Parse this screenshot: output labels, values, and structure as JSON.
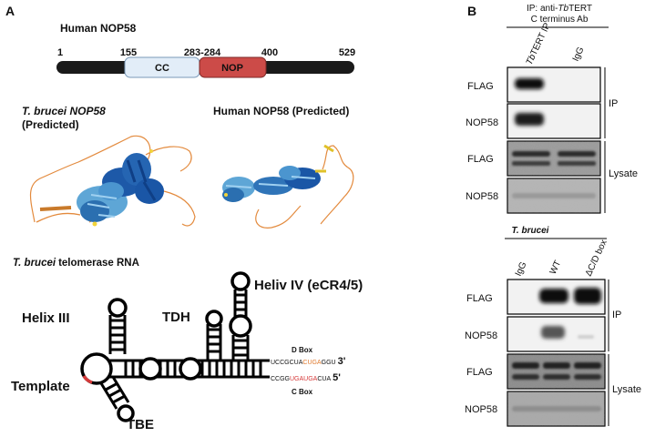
{
  "panel_a": {
    "label": "A",
    "domain_title": "Human NOP58",
    "positions": [
      "1",
      "155",
      "283-284",
      "400",
      "529"
    ],
    "domains": {
      "cc": "CC",
      "nop": "NOP"
    },
    "colors": {
      "cc": "#e2edf8",
      "nop": "#cc4b48",
      "bar": "#1a1a1a"
    },
    "structures": {
      "tb_title_1": "T. brucei NOP58",
      "tb_title_2": "(Predicted)",
      "human_title": "Human NOP58 (Predicted)"
    },
    "rna": {
      "title": "T. brucei telomerase RNA",
      "helix3": "Helix III",
      "tdh": "TDH",
      "helix4": "Heliv IV (eCR4/5)",
      "template": "Template",
      "tbe": "TBE",
      "dbox": "D Box",
      "cbox": "C Box",
      "seq_top_a": "UCCGCUA",
      "seq_top_b": "CUGA",
      "seq_top_c": "GGU",
      "seq_top_end": "3'",
      "seq_bot_a": "CCGG",
      "seq_bot_b": "UGAUGA",
      "seq_bot_c": "CUA",
      "seq_bot_end": "5'",
      "seq_colors": {
        "dbox": "#e07a2e",
        "cbox": "#d63a3a"
      }
    }
  },
  "panel_b": {
    "label": "B",
    "top_header_1": "IP: anti-TbTERT",
    "top_header_2": "C terminus Ab",
    "top_lanes": [
      "TbTERT IP",
      "IgG"
    ],
    "top_rows": [
      "FLAG",
      "NOP58",
      "FLAG",
      "NOP58"
    ],
    "groups": [
      "IP",
      "Lysate"
    ],
    "bottom_header": "T. brucei",
    "bottom_lanes": [
      "IgG",
      "WT",
      "ΔC/D box"
    ],
    "bottom_rows": [
      "FLAG",
      "NOP58",
      "FLAG",
      "NOP58"
    ]
  }
}
